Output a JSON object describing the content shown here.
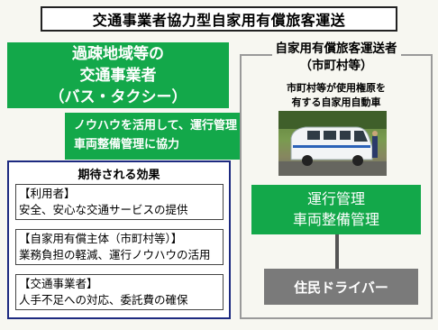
{
  "title": "交通事業者協力型自家用有償旅客運送",
  "operator": {
    "lines": [
      "過疎地域等の",
      "交通事業者",
      "（バス・タクシー）"
    ]
  },
  "arrow": {
    "lines": [
      "ノウハウを活用して、運行管理・",
      "車両整備管理に協力"
    ]
  },
  "effects": {
    "title": "期待される効果",
    "items": [
      {
        "heading": "【利用者】",
        "text": "安全、安心な交通サービスの提供"
      },
      {
        "heading": "【自家用有償主体（市町村等）】",
        "text": "業務負担の軽減、運行ノウハウの活用"
      },
      {
        "heading": "【交通事業者】",
        "text": "人手不足への対応、委託費の確保"
      }
    ]
  },
  "provider": {
    "heading": [
      "自家用有償旅客運送者",
      "（市町村等）"
    ],
    "caption": [
      "市町村等が使用権原を",
      "有する自家用自動車"
    ],
    "ops": [
      "運行管理",
      "車両整備管理"
    ],
    "driver": "住民ドライバー"
  },
  "colors": {
    "green": "#13a84a",
    "navy": "#1d2a80",
    "gray": "#7a7a7a"
  }
}
